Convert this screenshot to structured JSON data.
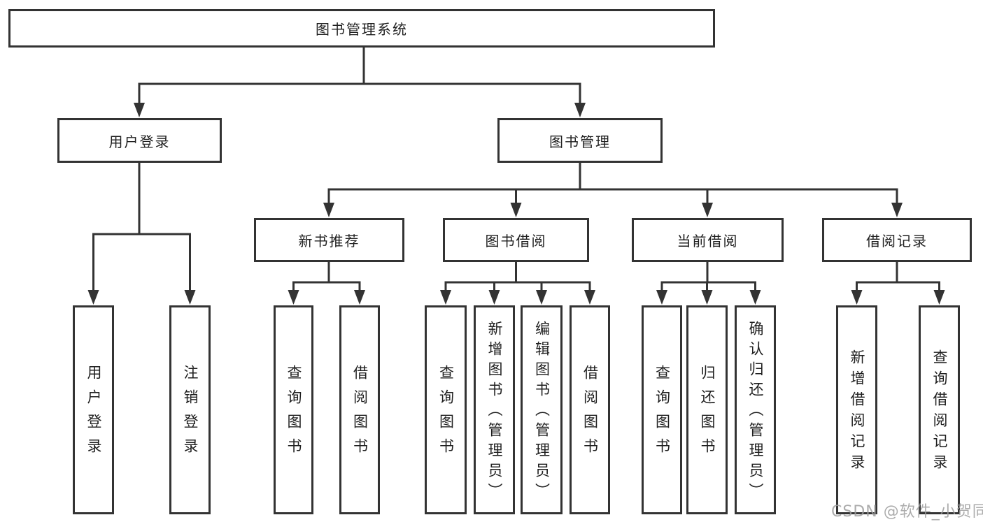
{
  "diagram": {
    "title": "图书管理系统",
    "level2": {
      "user_login": "用户登录",
      "book_mgmt": "图书管理"
    },
    "level3": {
      "new_book": "新书推荐",
      "book_borrow": "图书借阅",
      "current_borrow": "当前借阅",
      "borrow_record": "借阅记录"
    },
    "leaves": {
      "user_login": [
        "用户登录",
        "注销登录"
      ],
      "new_book": [
        "查询图书",
        "借阅图书"
      ],
      "book_borrow": [
        "查询图书",
        "新增图书（管理员）",
        "编辑图书（管理员）",
        "借阅图书"
      ],
      "current_borrow": [
        "查询图书",
        "归还图书",
        "确认归还（管理员）"
      ],
      "borrow_record": [
        "新增借阅记录",
        "查询借阅记录"
      ]
    },
    "colors": {
      "line": "#333333",
      "text": "#1f1f1f",
      "watermark": "#9e9e9e",
      "background": "#ffffff"
    },
    "watermark": "CSDN @软件_小贺同学"
  }
}
